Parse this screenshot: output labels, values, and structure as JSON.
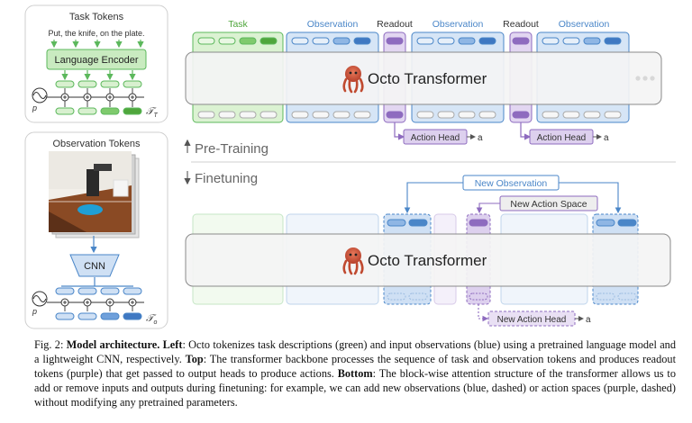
{
  "left_panel": {
    "task_title": "Task Tokens",
    "task_sentence": "Put, the knife, on the plate.",
    "language_encoder": "Language Encoder",
    "p_label": "p",
    "task_symbol": "𝒯",
    "task_subscript": "T",
    "obs_title": "Observation Tokens",
    "cnn_label": "CNN",
    "obs_symbol": "𝒯",
    "obs_subscript": "o"
  },
  "top_diagram": {
    "group_labels": [
      "Task",
      "Observation",
      "Readout",
      "Observation",
      "Readout",
      "Observation"
    ],
    "transformer_label": "Octo Transformer",
    "action_head_label": "Action Head",
    "action_output": "a",
    "pretraining_label": "Pre-Training"
  },
  "bottom_diagram": {
    "finetuning_label": "Finetuning",
    "new_observation_label": "New Observation",
    "new_action_space_label": "New Action Space",
    "transformer_label": "Octo Transformer",
    "new_action_head_label": "New Action Head",
    "action_output": "a"
  },
  "caption": {
    "prefix": "Fig. 2: ",
    "bold_title": "Model architecture.",
    "left_bold": "Left",
    "left_text": ": Octo tokenizes task descriptions (green) and input observations (blue) using a pretrained language model and a lightweight CNN, respectively. ",
    "top_bold": "Top",
    "top_text": ": The transformer backbone processes the sequence of task and observation tokens and produces readout tokens (purple) that get passed to output heads to produce actions. ",
    "bottom_bold": "Bottom",
    "bottom_text": ": The block-wise attention structure of the transformer allows us to add or remove inputs and outputs during finetuning: for example, we can add new observations (blue, dashed) or action spaces (purple, dashed) without modifying any pretrained parameters."
  },
  "colors": {
    "green": "#5cb85c",
    "green_fill": "#d8f0cf",
    "blue": "#4a86c8",
    "blue_fill": "#cfe0f4",
    "purple": "#8e6bbf",
    "purple_fill": "#ddd0ee",
    "gray": "#9a9a9a"
  },
  "icons": [
    "octopus-icon",
    "sinusoid-icon",
    "plus-circle-icon",
    "arrow-icon"
  ]
}
